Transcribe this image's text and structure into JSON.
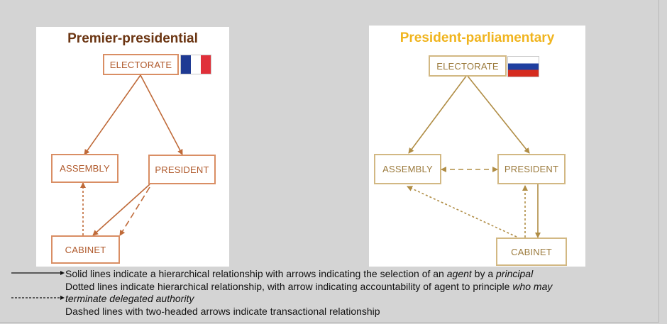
{
  "left_panel": {
    "title": "Premier-presidential",
    "nodes": {
      "electorate": "ELECTORATE",
      "assembly": "ASSEMBLY",
      "president": "PRESIDENT",
      "cabinet": "CABINET"
    },
    "flag": {
      "icon": "france-flag-icon",
      "colors": [
        "#1f3a93",
        "#ffffff",
        "#e0303a"
      ]
    },
    "colors": {
      "title": "#6b3512",
      "line": "#bf6a39",
      "text": "#b05a2c"
    }
  },
  "right_panel": {
    "title": "President-parliamentary",
    "nodes": {
      "electorate": "ELECTORATE",
      "assembly": "ASSEMBLY",
      "president": "PRESIDENT",
      "cabinet": "CABINET"
    },
    "flag": {
      "icon": "russia-flag-icon",
      "colors": [
        "#ffffff",
        "#1f3fa0",
        "#d52b1e"
      ]
    },
    "colors": {
      "title": "#f0b41e",
      "line": "#b08d45",
      "text": "#9b7a3c"
    }
  },
  "legend": {
    "solid": {
      "before": "Solid lines indicate a hierarchical relationship with arrows indicating the selection of an ",
      "em1": "agent",
      "middle": " by a ",
      "em2": "principal"
    },
    "dotted": {
      "line1_before": "Dotted lines indicate hierarchical relationship, with arrow indicating accountability of agent to principle ",
      "line1_em": "who may",
      "line2_em": "terminate delegated authority"
    },
    "dashed": {
      "text": "Dashed lines with two-headed arrows indicate transactional relationship"
    }
  }
}
